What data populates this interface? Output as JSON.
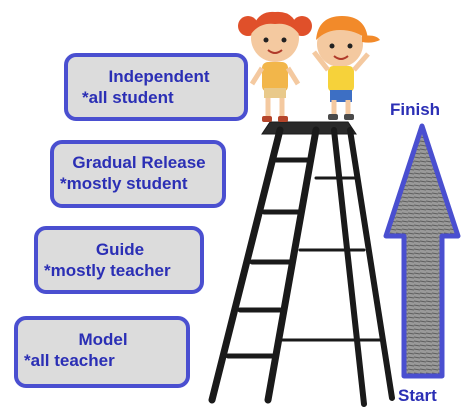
{
  "stages": [
    {
      "id": "independent",
      "title": "Independent",
      "subtitle": "*all student"
    },
    {
      "id": "gradual",
      "title": "Gradual Release",
      "subtitle": "*mostly student"
    },
    {
      "id": "guide",
      "title": "Guide",
      "subtitle": "*mostly teacher"
    },
    {
      "id": "model",
      "title": "Model",
      "subtitle": "*all teacher"
    }
  ],
  "arrow": {
    "finish_label": "Finish",
    "start_label": "Start"
  },
  "colors": {
    "box_border": "#4a4fd0",
    "box_fill": "#dcdcdc",
    "text": "#2b2fb5",
    "arrow_border": "#4a4fd0",
    "arrow_fill": "#8c8c8c"
  },
  "icons": [
    "ladder-icon",
    "girl-character-icon",
    "boy-character-icon",
    "up-arrow-icon"
  ]
}
